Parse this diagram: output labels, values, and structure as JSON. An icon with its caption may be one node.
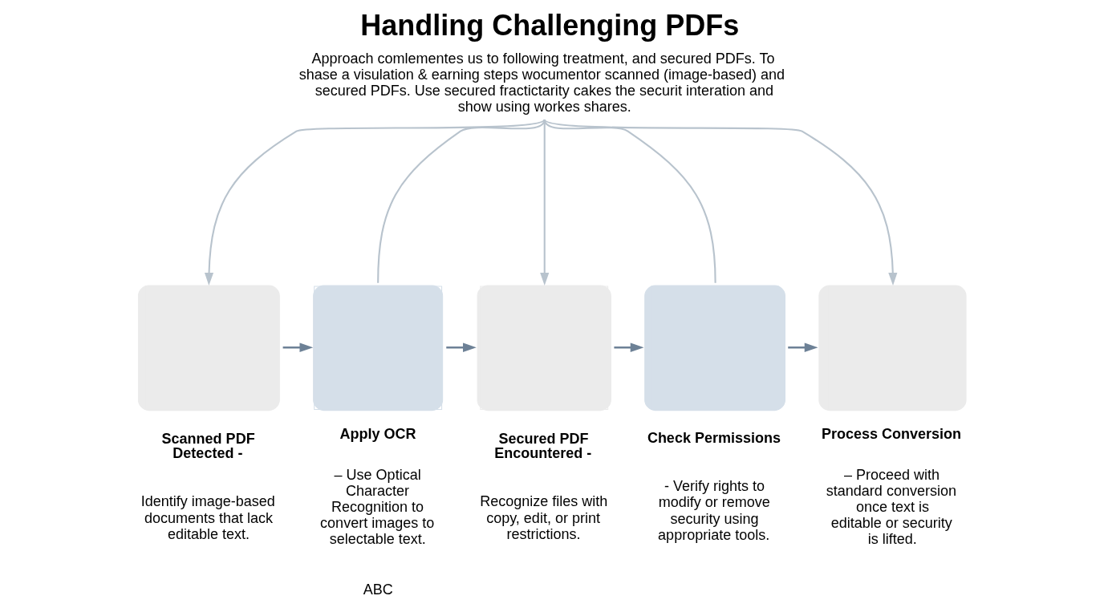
{
  "diagram": {
    "title": "Handling Challenging PDFs",
    "nodes": [
      {
        "text": [
          "Approach comlementes us to following treatment, and secured PDFs. To shase a visulation & earning steps wocumentor scanned (image-based) and secured PDFs. Use secured fractictarity cakes the securit interation and show using workes shares."
        ]
      },
      {
        "text": [
          "Scanned PDF Detected -",
          "Identify image-based documents that lack editable text."
        ]
      },
      {
        "text": [
          "Apply OCR",
          "– Use Optical Character Recognition to convert images to selectable text."
        ]
      },
      {
        "text": [
          "Secured PDF Encountered -",
          "Recognize files with copy, edit, or print restrictions."
        ]
      },
      {
        "text": [
          "Check Permissions",
          "- Verify rights to modify or remove security using appropriate tools."
        ]
      },
      {
        "text": [
          "Process Conversion",
          "– Proceed with standard conversion once text is editable or security is lifted."
        ]
      }
    ],
    "edges": [
      {
        "from": 0,
        "to": 1,
        "arrow": "to"
      },
      {
        "from": 0,
        "to": 2,
        "arrow": "none"
      },
      {
        "from": 0,
        "to": 3,
        "arrow": "to"
      },
      {
        "from": 0,
        "to": 4,
        "arrow": "none"
      },
      {
        "from": 0,
        "to": 5,
        "arrow": "to"
      },
      {
        "from": 1,
        "to": 2,
        "arrow": "to",
        "color": "#6d8196"
      },
      {
        "from": 2,
        "to": 3,
        "arrow": "to",
        "color": "#6d8196"
      },
      {
        "from": 3,
        "to": 4,
        "arrow": "to",
        "color": "#6d8196"
      },
      {
        "from": 4,
        "to": 5,
        "arrow": "to",
        "color": "#6d8196"
      }
    ],
    "labels": [
      "ABC"
    ]
  }
}
